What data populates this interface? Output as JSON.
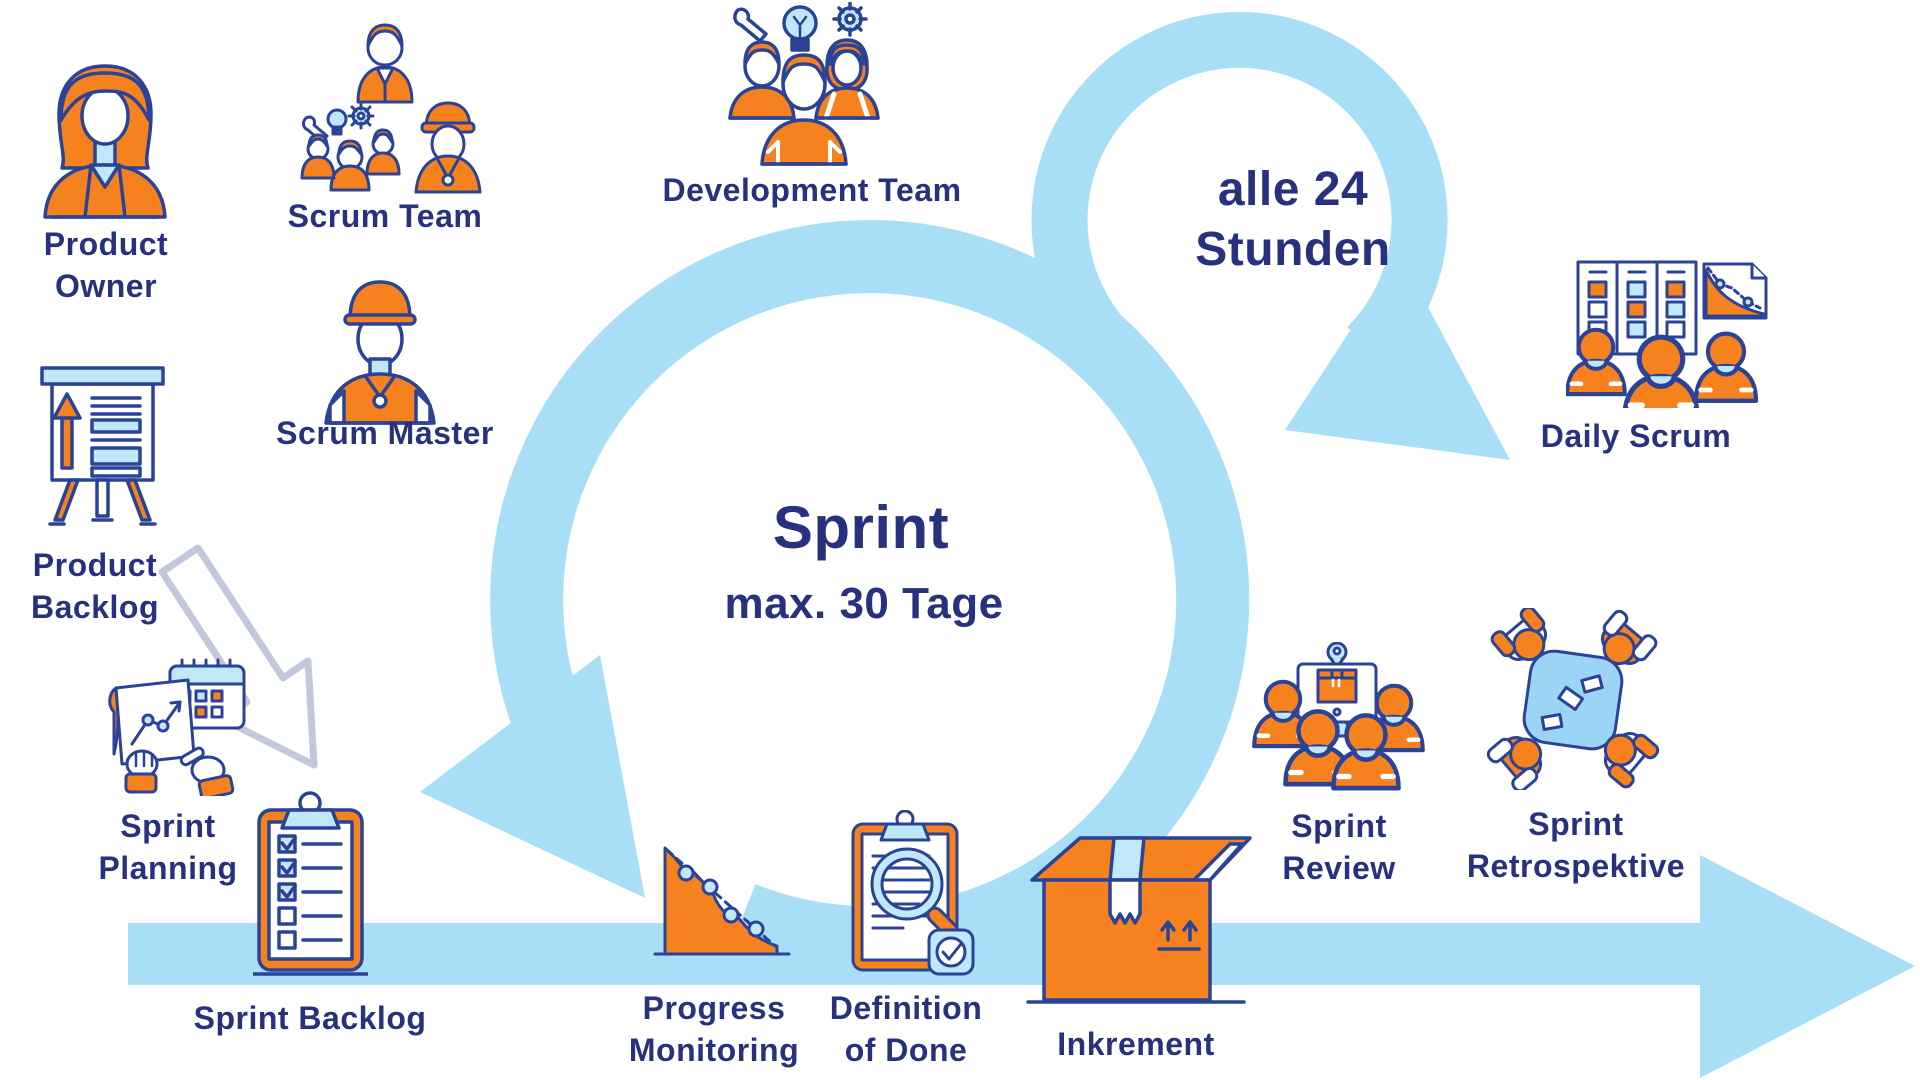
{
  "diagram": {
    "center": {
      "title": "Sprint",
      "subtitle": "max. 30 Tage"
    },
    "daily_loop_label": "alle 24\nStunden",
    "nodes": {
      "product_owner": "Product\nOwner",
      "scrum_team": "Scrum Team",
      "scrum_master": "Scrum Master",
      "development_team": "Development Team",
      "daily_scrum": "Daily Scrum",
      "product_backlog": "Product\nBacklog",
      "sprint_planning": "Sprint\nPlanning",
      "sprint_backlog": "Sprint Backlog",
      "progress_monitoring": "Progress\nMonitoring",
      "definition_of_done": "Definition\nof Done",
      "inkrement": "Inkrement",
      "sprint_review": "Sprint\nReview",
      "sprint_retrospektive": "Sprint\nRetrospektive"
    },
    "colors": {
      "arrow_blue": "#A8DFF6",
      "orange": "#F5821F",
      "navy_text": "#27317E",
      "icon_outline": "#2B4397",
      "icon_accent_blue": "#BFE8FA",
      "gray_arrow_outline": "#C3C7DB",
      "background": "#FFFFFF"
    }
  }
}
